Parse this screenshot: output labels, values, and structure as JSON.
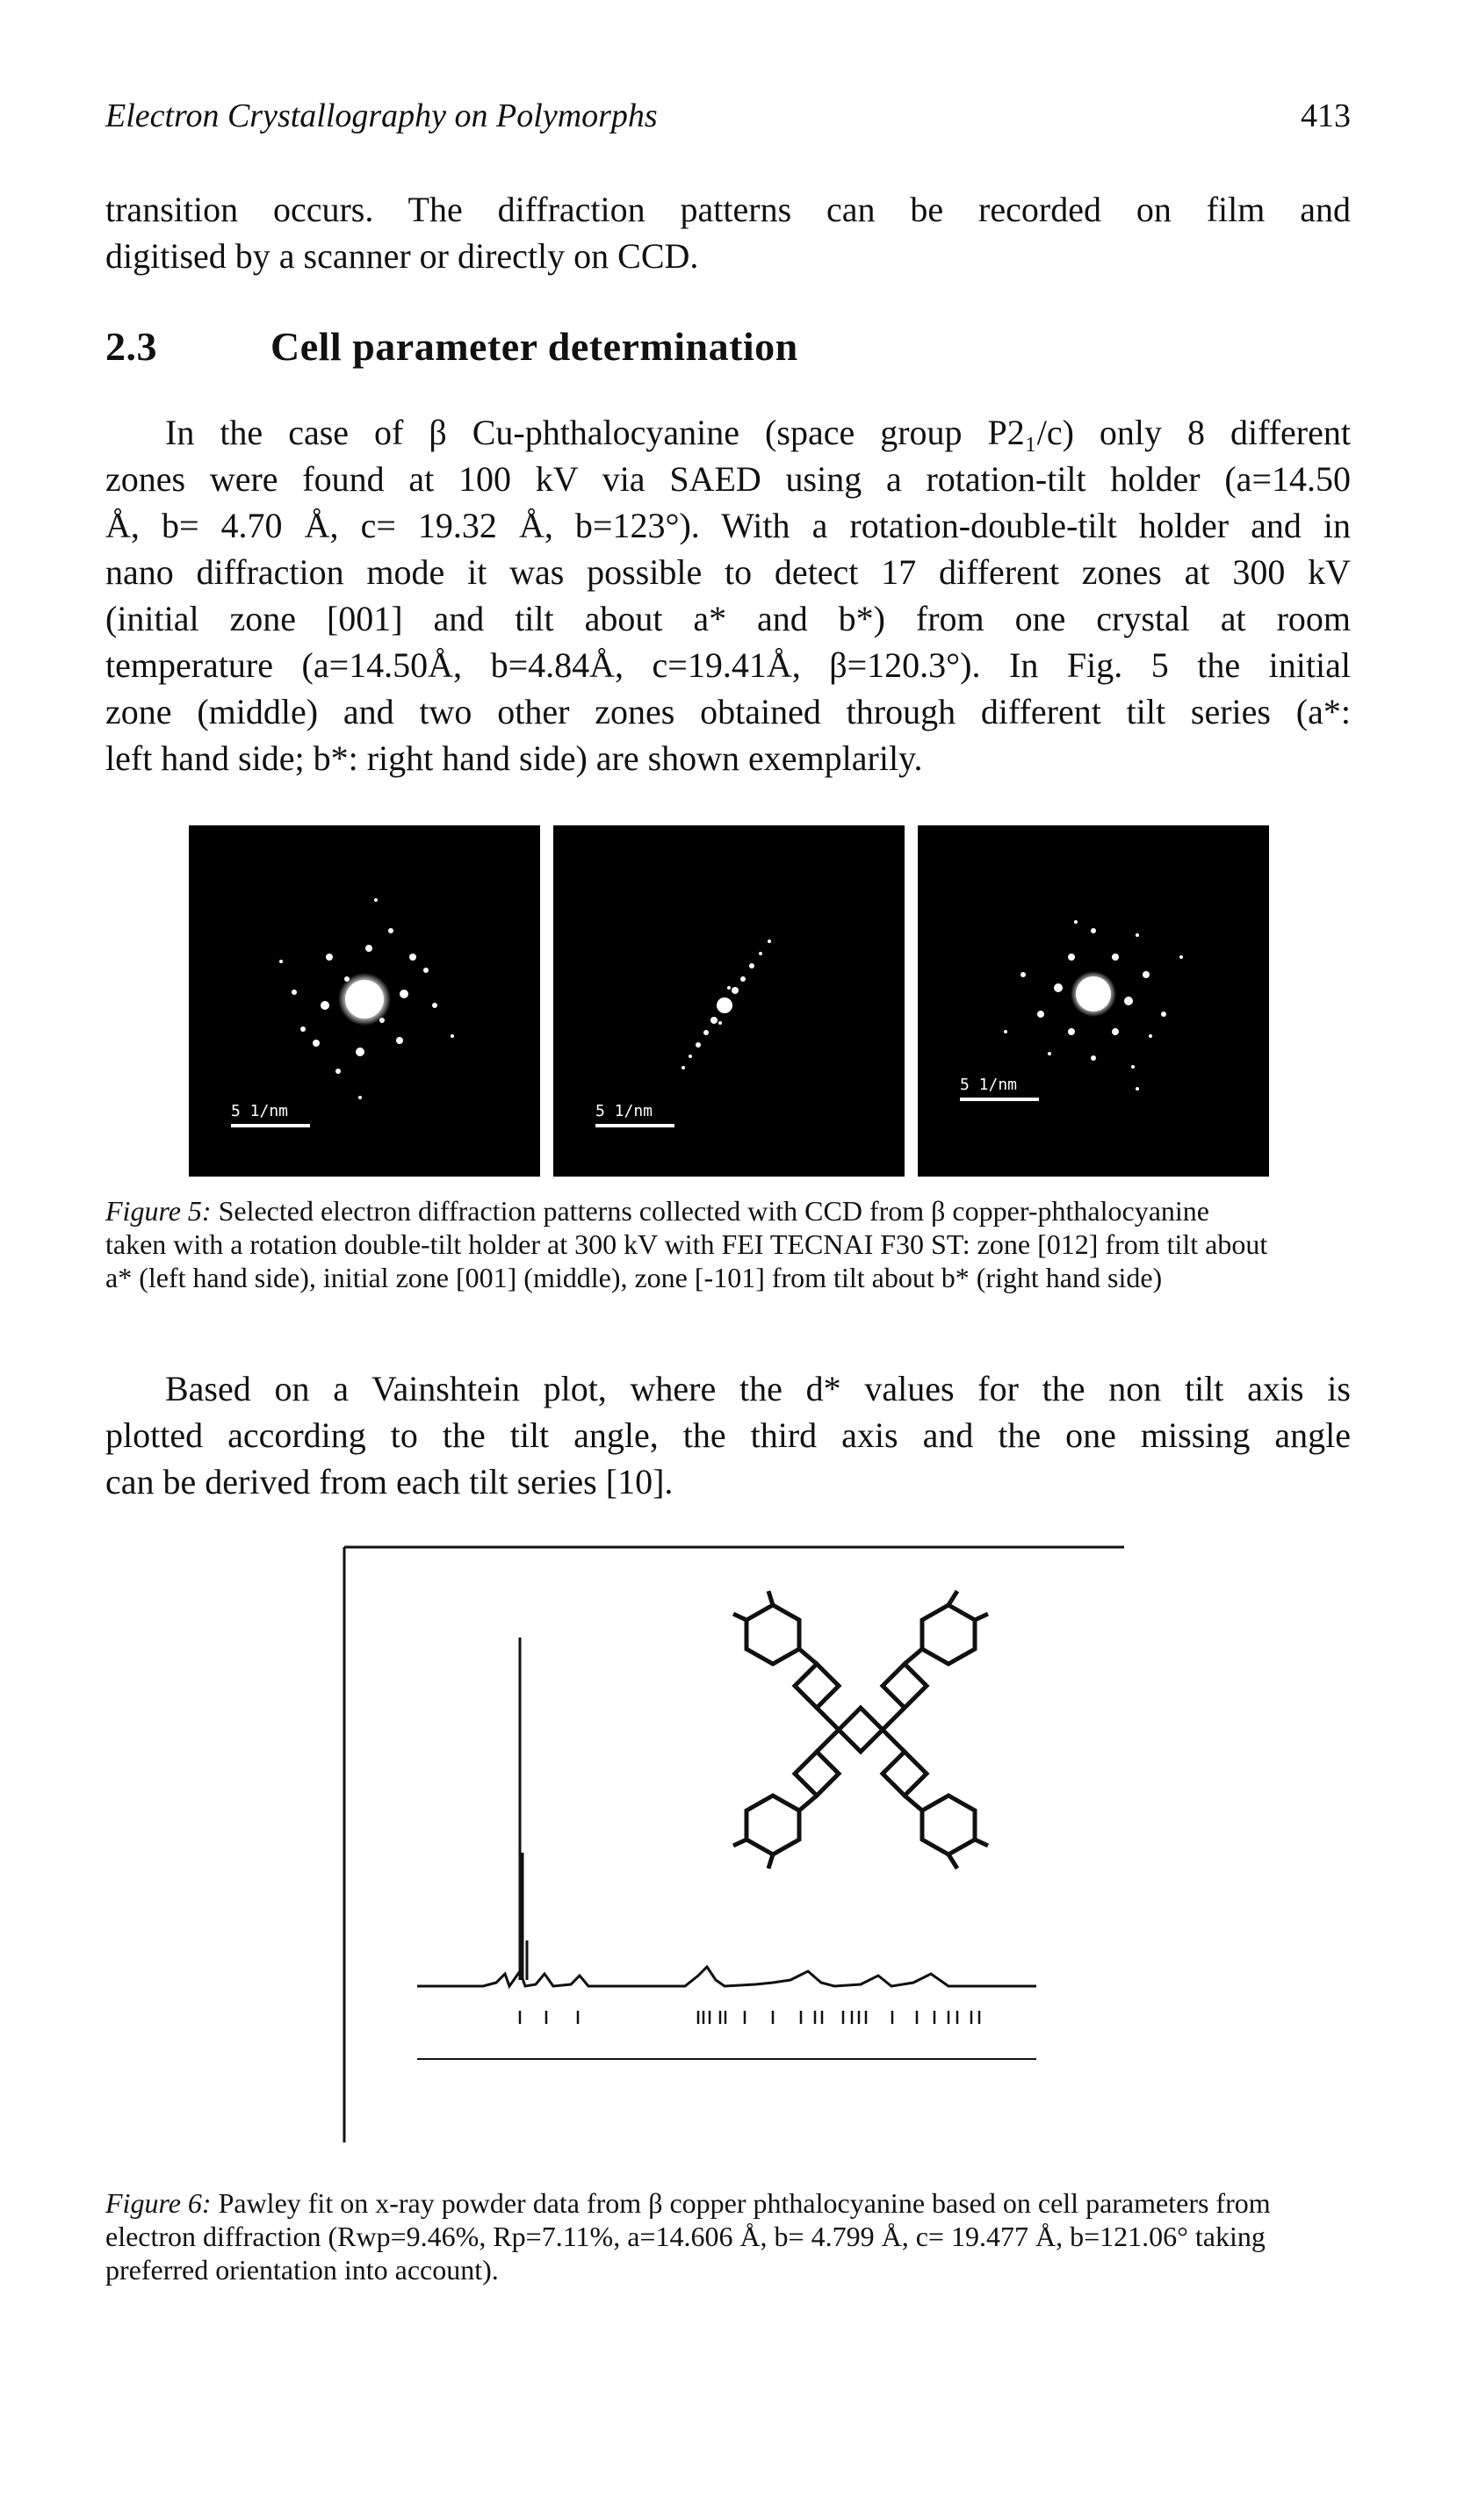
{
  "running_head": {
    "title": "Electron Crystallography on Polymorphs",
    "page_number": "413"
  },
  "paragraph_1": {
    "lines": [
      "transition occurs. The diffraction patterns can be recorded on film and",
      "digitised by a scanner or directly on CCD."
    ]
  },
  "section": {
    "number": "2.3",
    "title": "Cell parameter determination"
  },
  "paragraph_2": {
    "lines": [
      "In the case of β Cu-phthalocyanine (space group P2₁/c) only 8 different",
      "zones were found at 100 kV via SAED using a rotation-tilt holder (a=14.50",
      "Å, b= 4.70 Å, c= 19.32 Å, b=123°). With a rotation-double-tilt holder and in",
      "nano diffraction mode it was possible to detect 17 different zones at 300 kV",
      "(initial zone [001] and tilt about a* and b*) from one crystal at room",
      "temperature (a=14.50Å, b=4.84Å, c=19.41Å, β=120.3°). In Fig. 5 the initial",
      "zone (middle) and two other zones obtained through different tilt series (a*:",
      "left hand side; b*: right hand side) are shown exemplarily."
    ]
  },
  "figure_5": {
    "panels": [
      {
        "scale_label": "5 1/nm"
      },
      {
        "scale_label": "5 1/nm"
      },
      {
        "scale_label": "5 1/nm"
      }
    ],
    "caption_label": "Figure 5:",
    "caption_text": "Selected electron diffraction patterns collected with CCD from β copper-phthalocyanine taken with a rotation double-tilt holder at 300 kV with FEI TECNAI F30 ST: zone [012] from tilt about a* (left hand side), initial zone [001] (middle), zone [-101] from tilt about b* (right hand side)"
  },
  "paragraph_3": {
    "lines": [
      "Based on a Vainshtein plot, where the d* values for the non tilt axis is",
      "plotted according to the tilt angle, the third axis and the one missing angle",
      "can be derived from each tilt series [10]."
    ]
  },
  "figure_6": {
    "caption_label": "Figure 6:",
    "caption_text": "Pawley fit on x-ray powder data from β copper phthalocyanine based on cell parameters from electron diffraction (Rwp=9.46%, Rp=7.11%, a=14.606 Å, b= 4.799 Å, c= 19.477 Å, b=121.06° taking preferred orientation into account)."
  }
}
